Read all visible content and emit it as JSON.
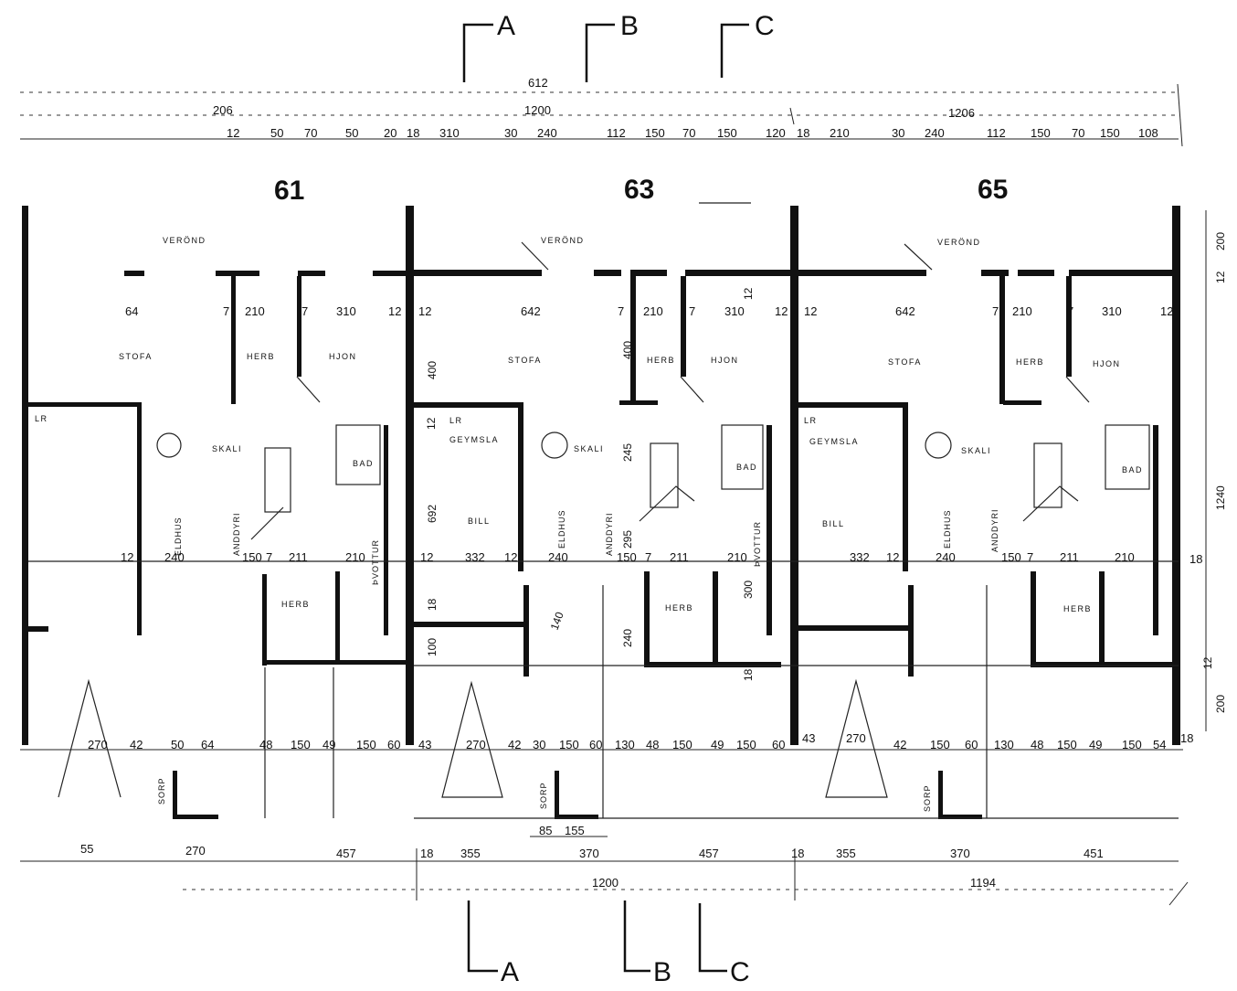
{
  "units": [
    "61",
    "63",
    "65"
  ],
  "section_markers": [
    "A",
    "B",
    "C"
  ],
  "top_dims": {
    "overall": "612",
    "row2": [
      "206",
      "1200",
      "1206"
    ],
    "row3": [
      "12",
      "50",
      "70",
      "50",
      "20",
      "18",
      "310",
      "30",
      "240",
      "112",
      "150",
      "70",
      "150",
      "120",
      "18",
      "210",
      "30",
      "240",
      "112",
      "150",
      "70",
      "150",
      "108"
    ]
  },
  "bottom_dims": {
    "row1": [
      "270",
      "42",
      "50",
      "64",
      "48",
      "150",
      "49",
      "150",
      "60",
      "43",
      "270",
      "42",
      "30",
      "150",
      "60",
      "130",
      "48",
      "150",
      "49",
      "150",
      "60",
      "43",
      "270",
      "42",
      "150",
      "60",
      "130",
      "48",
      "150",
      "49",
      "150",
      "54",
      "18"
    ],
    "row2": [
      "85",
      "155"
    ],
    "row3": [
      "55",
      "270",
      "457",
      "18",
      "355",
      "370",
      "457",
      "18",
      "355",
      "370",
      "451"
    ],
    "row4": [
      "1200",
      "1194"
    ]
  },
  "right_dims": [
    "200",
    "12",
    "1240",
    "18",
    "12",
    "200"
  ],
  "rooms": {
    "verond": "VERÖND",
    "stofa": "STOFA",
    "herb": "HERB",
    "hjon": "HJON",
    "skali": "SKALI",
    "geymsla": "GEYMSLA",
    "bill": "BILL",
    "eldhus": "ELDHUS",
    "anddyri": "ANDDYRI",
    "bad": "BAD",
    "thvottur": "ÞVOTTUR",
    "sorp": "SORP",
    "lr": "LR"
  },
  "room_dims": {
    "u63": [
      "12",
      "642",
      "7",
      "210",
      "7",
      "310",
      "12",
      "400",
      "400",
      "12",
      "245",
      "692",
      "12",
      "332",
      "12",
      "240",
      "150",
      "7",
      "211",
      "210",
      "18",
      "140",
      "100",
      "240",
      "300",
      "295",
      "18",
      "12"
    ],
    "u65": [
      "12",
      "642",
      "7",
      "210",
      "7",
      "310",
      "12",
      "332",
      "12",
      "240",
      "150",
      "7",
      "211",
      "210"
    ],
    "u61": [
      "64",
      "7",
      "210",
      "7",
      "310",
      "12",
      "240",
      "150",
      "7",
      "211",
      "210",
      "12"
    ]
  },
  "colors": {
    "ink": "#111111",
    "paper": "#ffffff"
  }
}
